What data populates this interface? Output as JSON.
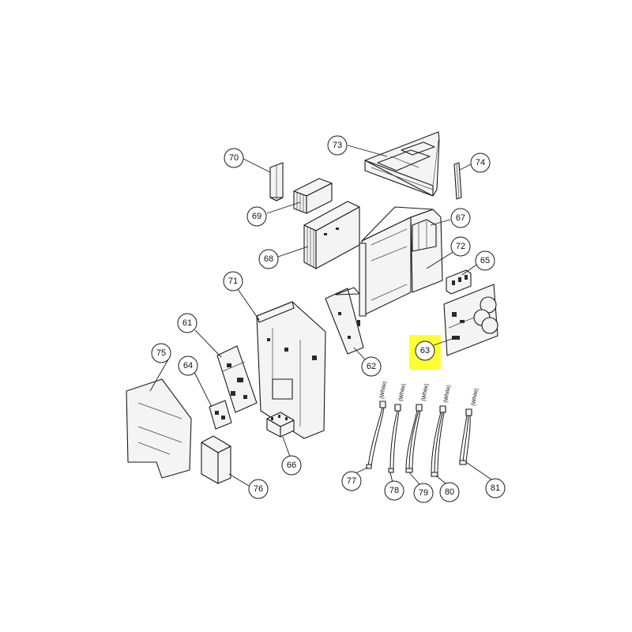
{
  "highlight_color": "#ffff33",
  "highlighted_part": "63",
  "callouts": [
    {
      "id": "70",
      "label": "70"
    },
    {
      "id": "73",
      "label": "73"
    },
    {
      "id": "74",
      "label": "74"
    },
    {
      "id": "69",
      "label": "69"
    },
    {
      "id": "67",
      "label": "67"
    },
    {
      "id": "68",
      "label": "68"
    },
    {
      "id": "72",
      "label": "72"
    },
    {
      "id": "65",
      "label": "65"
    },
    {
      "id": "71",
      "label": "71"
    },
    {
      "id": "61",
      "label": "61"
    },
    {
      "id": "63",
      "label": "63"
    },
    {
      "id": "75",
      "label": "75"
    },
    {
      "id": "62",
      "label": "62"
    },
    {
      "id": "64",
      "label": "64"
    },
    {
      "id": "66",
      "label": "66"
    },
    {
      "id": "76",
      "label": "76"
    },
    {
      "id": "77",
      "label": "77"
    },
    {
      "id": "78",
      "label": "78"
    },
    {
      "id": "79",
      "label": "79"
    },
    {
      "id": "80",
      "label": "80"
    },
    {
      "id": "81",
      "label": "81"
    }
  ],
  "wire_labels": [
    "(White)",
    "(White)",
    "(White)",
    "(White)",
    "(White)"
  ]
}
